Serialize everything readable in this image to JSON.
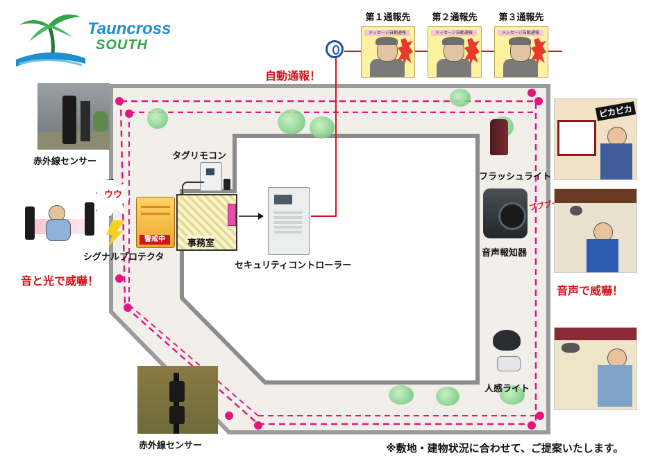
{
  "brand": {
    "line1": "Tauncross",
    "line2": "SOUTH"
  },
  "notify": {
    "targets": [
      {
        "label": "第１通報先",
        "card_header": "メッセージ自動通報"
      },
      {
        "label": "第２通報先",
        "card_header": "メッセージ自動通報"
      },
      {
        "label": "第３通報先",
        "card_header": "メッセージ自動通報"
      }
    ],
    "auto_report": "自動通報！"
  },
  "devices": {
    "ir_sensor_top": "赤外線センサー",
    "tag_remote": "タグリモコン",
    "office": "事務室",
    "controller": "セキュリティコントローラー",
    "signal_protector": "シグナルプロテクタ",
    "alarm_text": "警戒中",
    "flash_light": "フラッシュライト",
    "voice_alarm": "音声報知器",
    "human_light": "人感ライト",
    "ir_sensor_bottom": "赤外線センサー"
  },
  "callouts": {
    "sound_light": "音と光で威嚇！",
    "voice": "音声で威嚇！",
    "flash_sfx": "ピカピカ",
    "voice_sfx": "ブブブー",
    "siren_sfx": "ウウ"
  },
  "footer_note": "※敷地・建物状況に合わせて、ご提案いたします。",
  "colors": {
    "accent_red": "#d6141b",
    "perimeter": "#e0177f",
    "wall": "#8c8c8c",
    "brand_blue": "#1e8fcf"
  }
}
